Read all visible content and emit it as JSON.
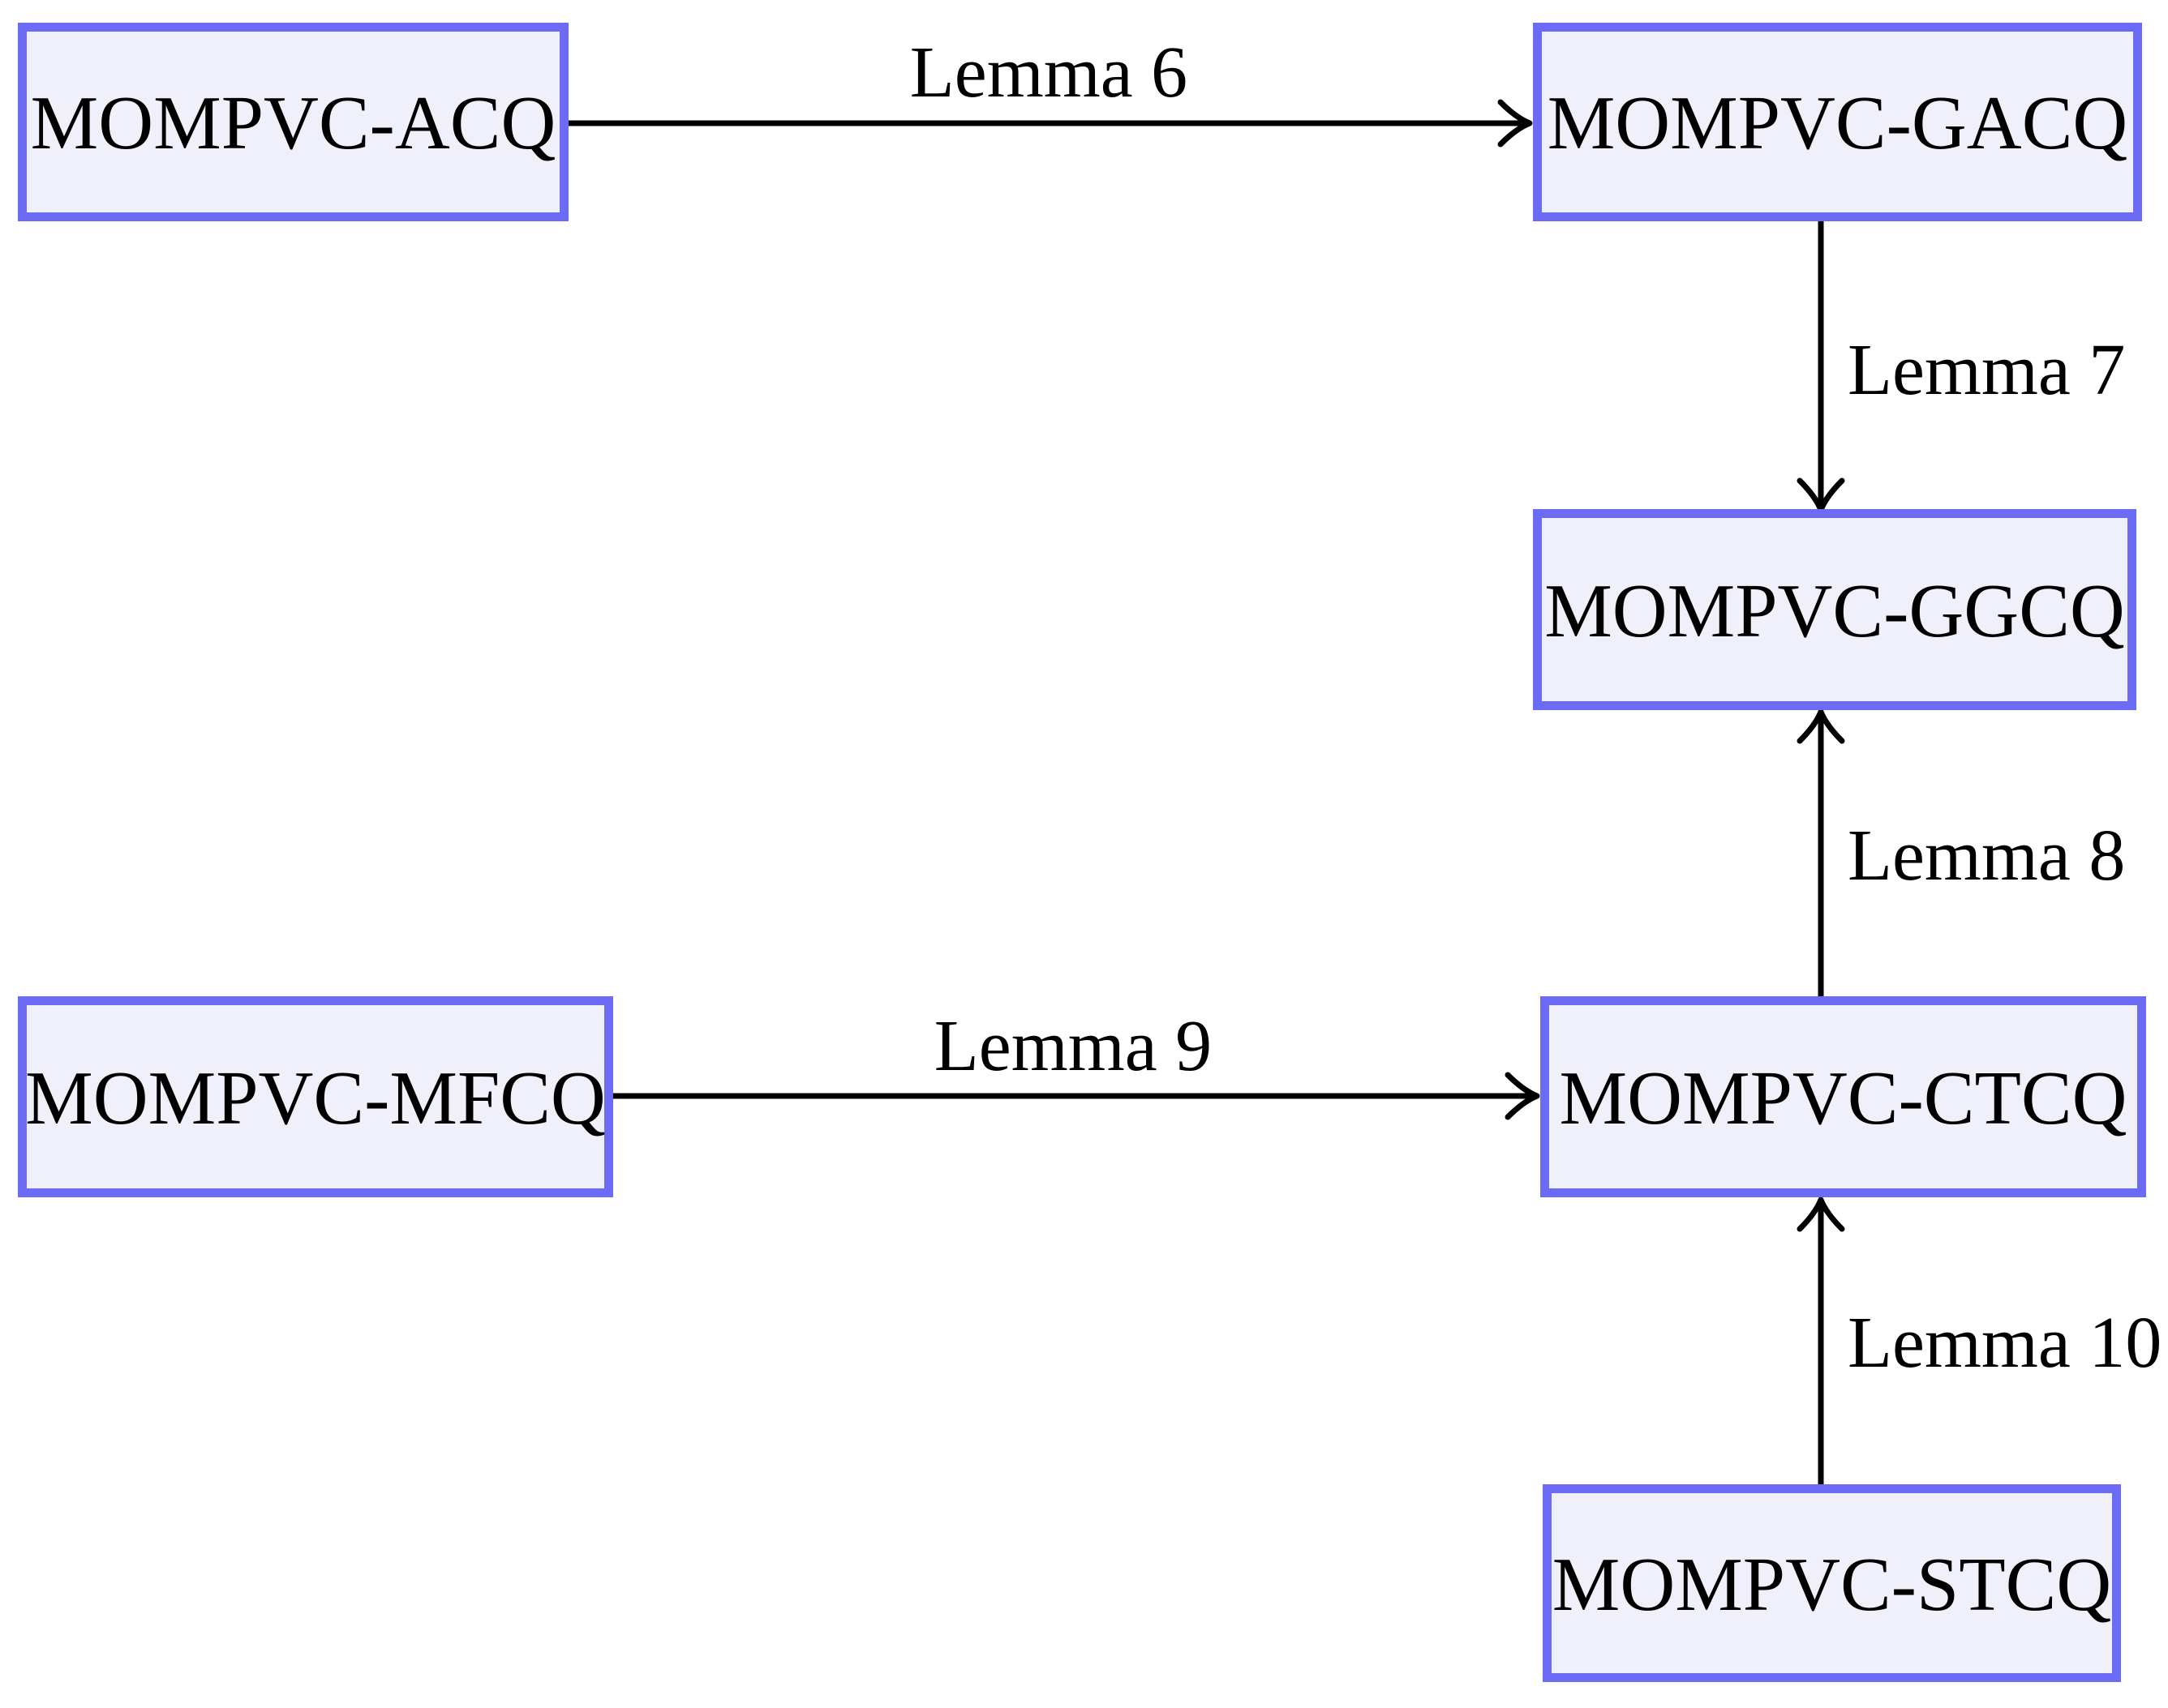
{
  "figure": {
    "type": "lemma-implication-diagram",
    "background_color": "#ffffff",
    "node_fill_color": "#f0f0fa",
    "node_border_color": "#6b6bf5",
    "edge_color": "#000000",
    "text_color": "#000000"
  },
  "nodes": [
    {
      "id": "mompvc-acq",
      "label": "MOMPVC-ACQ"
    },
    {
      "id": "mompvc-gacq",
      "label": "MOMPVC-GACQ"
    },
    {
      "id": "mompvc-ggcq",
      "label": "MOMPVC-GGCQ"
    },
    {
      "id": "mompvc-mfcq",
      "label": "MOMPVC-MFCQ"
    },
    {
      "id": "mompvc-ctcq",
      "label": "MOMPVC-CTCQ"
    },
    {
      "id": "mompvc-stcq",
      "label": "MOMPVC-STCQ"
    }
  ],
  "edges": [
    {
      "from": "mompvc-acq",
      "to": "mompvc-gacq",
      "label": "Lemma 6",
      "direction": "right"
    },
    {
      "from": "mompvc-gacq",
      "to": "mompvc-ggcq",
      "label": "Lemma 7",
      "direction": "down"
    },
    {
      "from": "mompvc-ctcq",
      "to": "mompvc-ggcq",
      "label": "Lemma 8",
      "direction": "up"
    },
    {
      "from": "mompvc-mfcq",
      "to": "mompvc-ctcq",
      "label": "Lemma 9",
      "direction": "right"
    },
    {
      "from": "mompvc-stcq",
      "to": "mompvc-ctcq",
      "label": "Lemma 10",
      "direction": "up"
    }
  ]
}
